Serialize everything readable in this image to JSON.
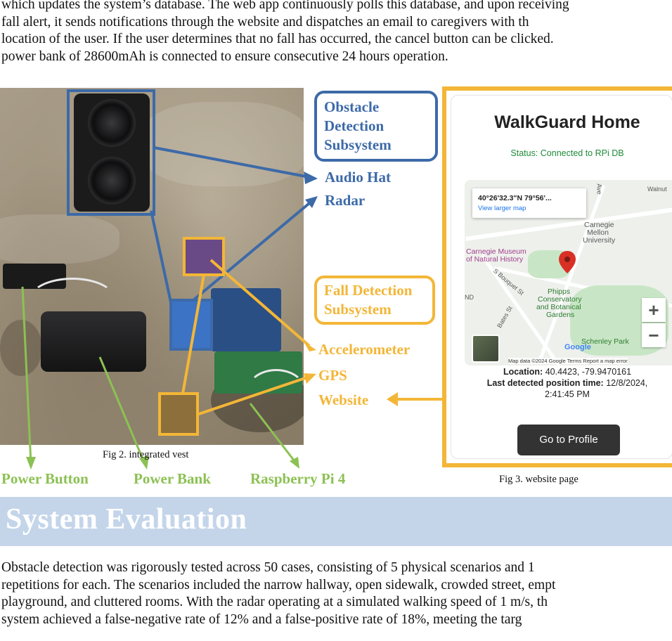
{
  "intro": {
    "lines": [
      "which updates the system’s database. The web app continuously polls this database, and upon receiving",
      "fall alert, it sends notifications through the website and dispatches an email to caregivers with th",
      "location of the user. If the user determines that no fall has occurred, the cancel button can be clicked.",
      "power bank of 28600mAh is connected to ensure consecutive 24 hours operation."
    ]
  },
  "figure2": {
    "caption": "Fig 2. integrated vest",
    "obstacle_box": "Obstacle Detection Subsystem",
    "obstacle_box_lines": [
      "Obstacle",
      "Detection",
      "Subsystem"
    ],
    "audio_hat": "Audio Hat",
    "radar": "Radar",
    "fall_box_lines": [
      "Fall Detection",
      "Subsystem"
    ],
    "accelerometer": "Accelerometer",
    "gps": "GPS",
    "website": "Website",
    "power_button": "Power Button",
    "power_bank": "Power Bank",
    "raspberry_pi": "Raspberry Pi 4",
    "colors": {
      "obstacle": "#3d6aa8",
      "fall": "#f3b637",
      "hardware": "#8cc153"
    }
  },
  "figure3": {
    "caption": "Fig 3. website page",
    "site_title": "WalkGuard Home",
    "status": "Status: Connected to RPi DB",
    "map": {
      "coords": "40°26'32.3\"N 79°56'...",
      "view_larger": "View larger map",
      "labels": [
        "Carnegie Museum",
        "of Natural History",
        "Carnegie",
        "Mellon",
        "University",
        "Phipps",
        "Conservatory",
        "and Botanical",
        "Gardens",
        "Schenley Park",
        "S Bouquet St",
        "Bates St",
        "Walnut",
        "Ave",
        "ND",
        "Google"
      ],
      "footer": "Map data ©2024 Google   Terms   Report a map error",
      "zoom_in": "+",
      "zoom_out": "−"
    },
    "location_label": "Location:",
    "location_value": "40.4423, -79.9470161",
    "last_position_label": "Last detected position time:",
    "last_position_value": "12/8/2024,",
    "last_position_time": "2:41:45 PM",
    "profile_button": "Go to Profile"
  },
  "section": {
    "title": "System Evaluation"
  },
  "evaluation": {
    "lines": [
      "Obstacle detection was rigorously tested across 50 cases, consisting of 5 physical scenarios and 1",
      "repetitions for each. The scenarios included the narrow hallway, open sidewalk, crowded street, empt",
      "playground, and cluttered rooms. With the radar operating at a simulated walking speed of 1 m/s, th",
      "system achieved a false-negative rate of 12% and a false-positive rate of 18%, meeting the targ"
    ]
  }
}
